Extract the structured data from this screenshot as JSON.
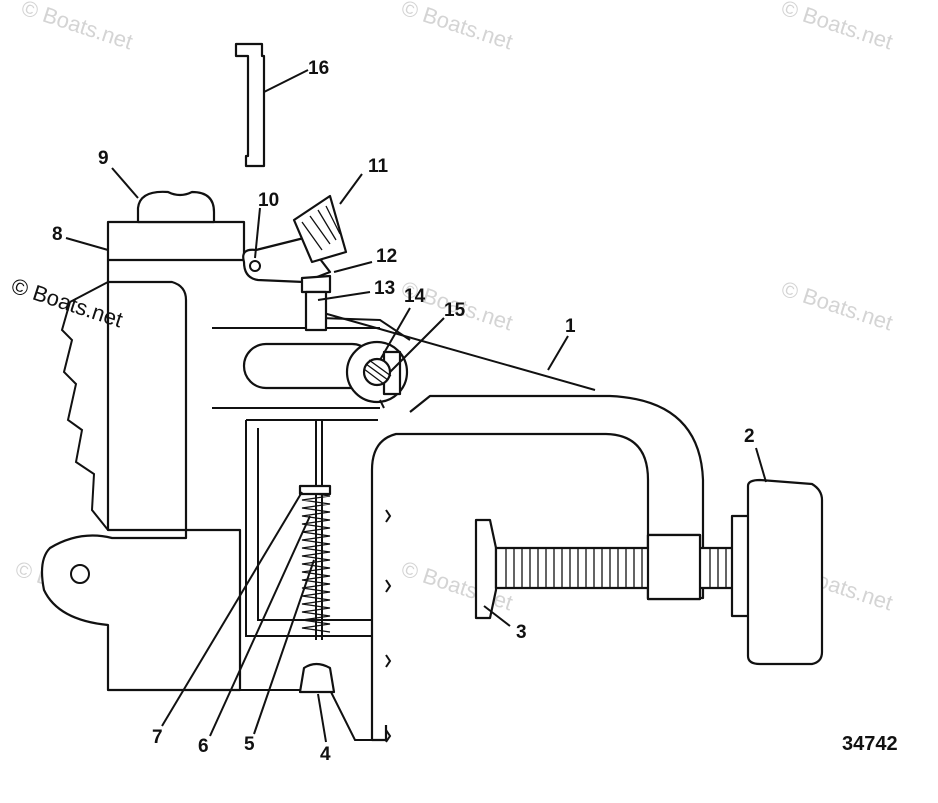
{
  "diagram": {
    "figure_number": "34742",
    "copyright": "© Boats.net",
    "watermark": "© Boats.net",
    "callouts": [
      "1",
      "2",
      "3",
      "4",
      "5",
      "6",
      "7",
      "8",
      "9",
      "10",
      "11",
      "12",
      "13",
      "14",
      "15",
      "16"
    ]
  }
}
